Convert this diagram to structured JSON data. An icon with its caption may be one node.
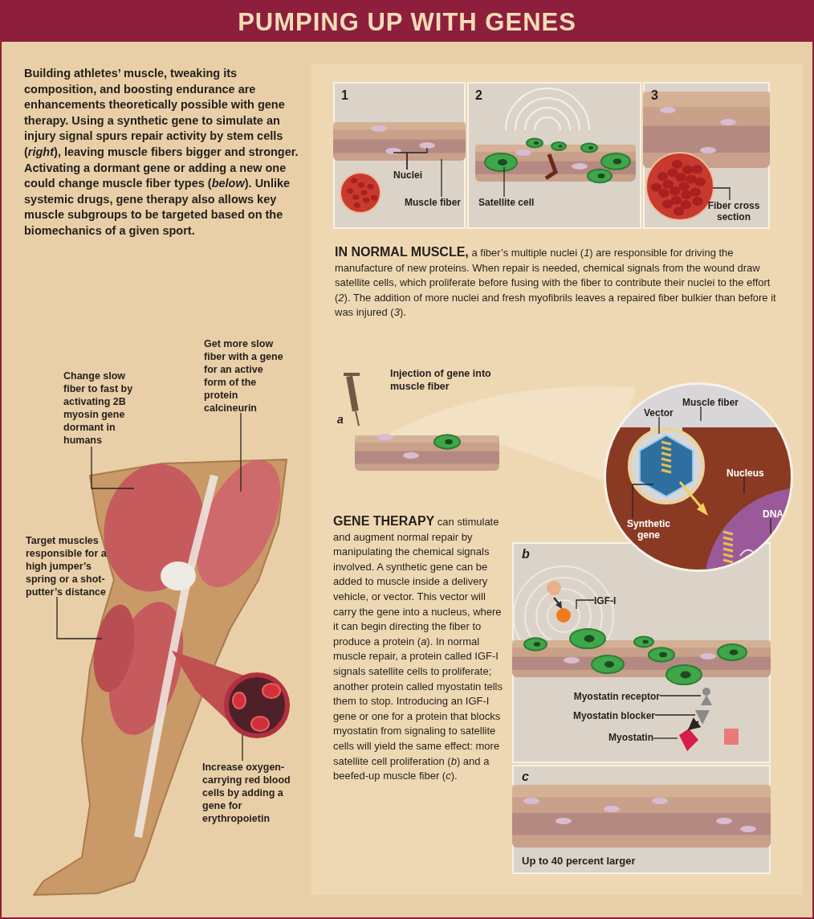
{
  "diagram": {
    "title": "PUMPING UP WITH GENES",
    "nodes": [
      {
        "text": [
          "1"
        ]
      },
      {
        "text": [
          "Nuclei"
        ],
        "in": 0
      },
      {
        "text": [
          "Muscle fiber"
        ],
        "in": 0
      },
      {
        "text": [
          "2"
        ]
      },
      {
        "text": [
          "Satellite cell"
        ],
        "in": 3
      },
      {
        "text": [
          "3"
        ]
      },
      {
        "text": [
          "Fiber cross section"
        ],
        "in": 5
      },
      {
        "text": [
          "Change slow fiber to fast by activating 2B myosin gene dormant in humans"
        ]
      },
      {
        "text": [
          "Get more slow fiber with a gene for an active form of the protein calcineurin"
        ]
      },
      {
        "text": [
          "Target muscles responsible for a high jumper’s spring or a shot-putter’s distance"
        ]
      },
      {
        "text": [
          "Increase oxygen-carrying red blood cells by adding a gene for erythropoietin"
        ]
      },
      {
        "text": [],
        "shape": "circle"
      },
      {
        "text": [
          "Vector"
        ],
        "in": 11
      },
      {
        "text": [
          "Muscle fiber"
        ],
        "in": 11
      },
      {
        "text": [
          "Nucleus"
        ],
        "in": 11
      },
      {
        "text": [
          "DNA"
        ],
        "in": 11
      },
      {
        "text": [
          "Synthetic gene"
        ],
        "in": 11
      },
      {
        "text": [
          "b"
        ]
      },
      {
        "text": [
          "IGF-I"
        ],
        "in": 17
      },
      {
        "text": [
          "Myostatin receptor"
        ],
        "in": 17
      },
      {
        "text": [
          "Myostatin blocker"
        ],
        "in": 17
      },
      {
        "text": [
          "Myostatin"
        ],
        "in": 17
      },
      {
        "text": [
          "c",
          "Up to 40 percent larger"
        ]
      },
      {
        "text": [],
        "shape": "picture",
        "in": 17
      },
      {
        "text": [],
        "shape": "picture",
        "in": 17
      },
      {
        "text": [],
        "shape": "picture",
        "in": 17
      }
    ],
    "edges": [
      {
        "from": 1,
        "to": null,
        "arrow": "none"
      },
      {
        "from": 1,
        "to": null,
        "arrow": "none"
      },
      {
        "from": 2,
        "to": null,
        "arrow": "none"
      },
      {
        "from": 4,
        "to": null,
        "arrow": "none"
      },
      {
        "from": 6,
        "to": null,
        "arrow": "none"
      },
      {
        "from": 7,
        "to": null,
        "arrow": "none"
      },
      {
        "from": 8,
        "to": null,
        "arrow": "none"
      },
      {
        "from": 9,
        "to": null,
        "arrow": "none"
      },
      {
        "from": 10,
        "to": null,
        "arrow": "none"
      },
      {
        "from": 12,
        "to": null,
        "arrow": "none"
      },
      {
        "from": 13,
        "to": null,
        "arrow": "none"
      },
      {
        "from": 14,
        "to": null,
        "arrow": "none"
      },
      {
        "from": 15,
        "to": null,
        "arrow": "none"
      },
      {
        "from": 16,
        "to": null,
        "arrow": "none"
      },
      {
        "from": 18,
        "to": null,
        "arrow": "none"
      },
      {
        "from": 19,
        "to": 23,
        "arrow": "none"
      },
      {
        "from": 20,
        "to": 24,
        "arrow": "none"
      },
      {
        "from": 21,
        "to": 25,
        "arrow": "none"
      },
      {
        "from": 24,
        "to": 25,
        "arrow": "to"
      }
    ],
    "labels": [
      "Building athletes’ muscle, tweaking its composition, and boosting endurance are enhancements theoretically possible with gene therapy. Using a synthetic gene to simulate an injury signal spurs repair activity by stem cells (*right*), leaving muscle fibers bigger and stronger. Activating a dormant gene or adding a new one could change muscle fiber types (*below*). Unlike systemic drugs, gene therapy also allows key muscle subgroups to be targeted based on the biomechanics of a given sport.",
      "**IN NORMAL MUSCLE,** a fiber’s multiple nuclei (*1*) are responsible for driving the manufacture of new proteins. When repair is needed, chemical signals from the wound draw satellite cells, which proliferate before fusing with the fiber to contribute their nuclei to the effort (*2*). The addition of more nuclei and fresh myofibrils leaves a repaired fiber bulkier than before it was injured (*3*).",
      "a",
      "Injection of gene into muscle fiber",
      "**GENE THERAPY** can stimulate and augment normal repair by manipulating the chemical signals involved. A synthetic gene can be added to muscle inside a delivery vehicle, or vector. This vector will carry the gene into a nucleus, where it can begin directing the fiber to produce a protein (*a*). In normal muscle repair, a protein called IGF-I signals satellite cells to proliferate; another protein called myostatin tells them to stop. Introducing an IGF-I gene or one for a protein that blocks myostatin from signaling to satellite cells will yield the same effect: more satellite cell proliferation (*b*) and a beefed-up muscle fiber (*c*)."
    ]
  }
}
